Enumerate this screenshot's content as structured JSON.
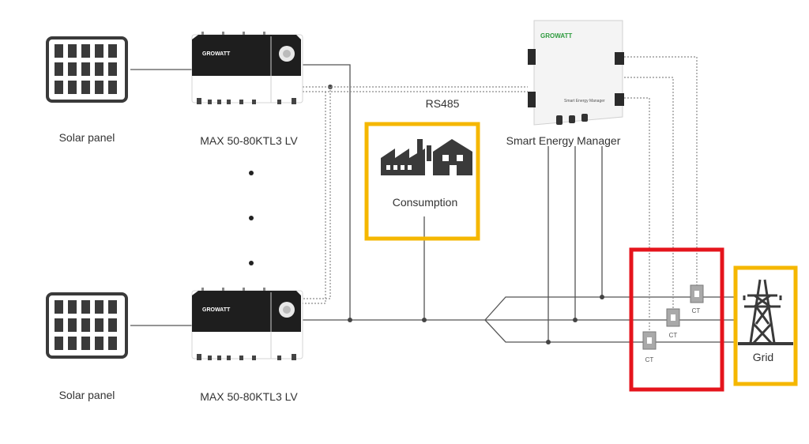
{
  "colors": {
    "highlight_yellow": "#f5b700",
    "highlight_red": "#e5141c",
    "line": "#555555",
    "dashed": "#8a8a8a",
    "inverter_panel": "#1e1e1e",
    "icon_dark": "#3a3a3a",
    "smart_meter_brand_green": "#2e9b3e",
    "brand_orange": "#e8772a"
  },
  "solar_panels": [
    {
      "label": "Solar panel",
      "icon": "solar-panel-icon"
    },
    {
      "label": "Solar panel",
      "icon": "solar-panel-icon"
    }
  ],
  "inverters": [
    {
      "label": "MAX 50-80KTL3 LV",
      "brand": "GROWATT"
    },
    {
      "label": "MAX 50-80KTL3 LV",
      "brand": "GROWATT"
    }
  ],
  "smart_energy_manager": {
    "label": "Smart Energy Manager",
    "brand": "GROWATT",
    "device_text": "Smart Energy Manager"
  },
  "rs485_label": "RS485",
  "consumption": {
    "label": "Consumption",
    "icon": "factory-house-icon"
  },
  "grid": {
    "label": "Grid",
    "icon": "power-tower-icon"
  },
  "ct_sensors": [
    {
      "label": "CT"
    },
    {
      "label": "CT"
    },
    {
      "label": "CT"
    }
  ],
  "ellipsis_dots": 3
}
